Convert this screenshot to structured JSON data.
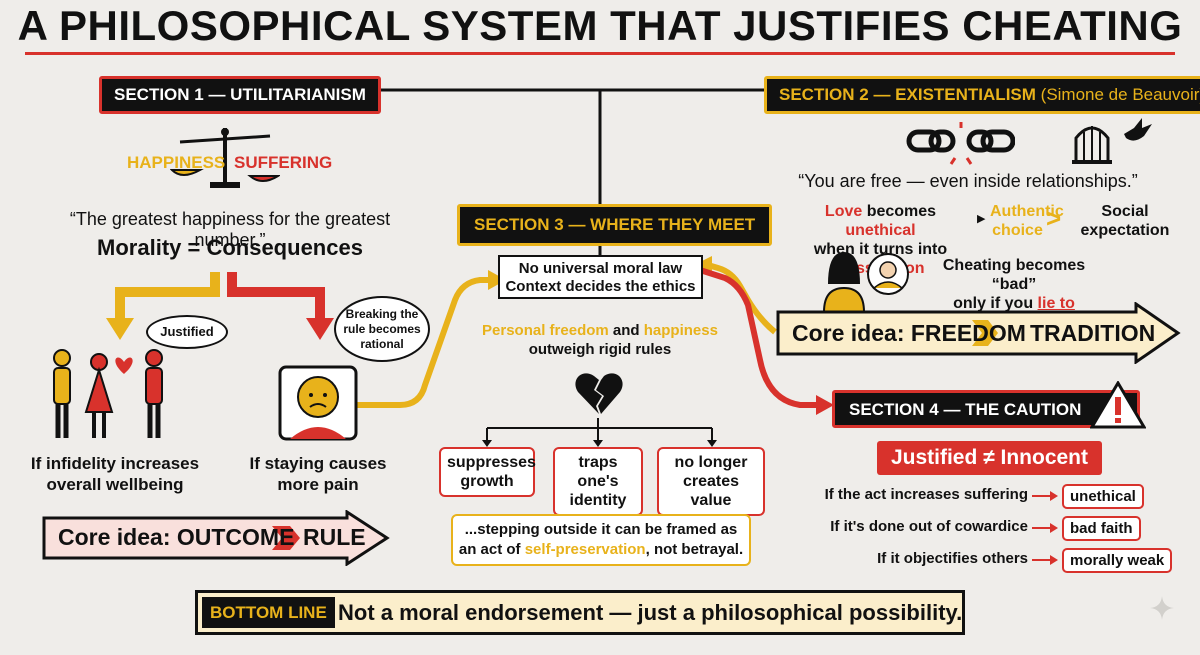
{
  "title": "A PHILOSOPHICAL SYSTEM THAT JUSTIFIES CHEATING",
  "section1": {
    "label": "SECTION 1 — UTILITARIANISM",
    "scale_left": "HAPPINESS",
    "scale_right": "SUFFERING",
    "quote": "“The greatest happiness for the greatest number.”",
    "formula": "Morality = Consequences",
    "cloud_left": "Justified",
    "cloud_right": "Breaking the rule becomes rational",
    "caption_left": "If infidelity increases overall wellbeing",
    "caption_right": "If staying causes more pain",
    "core_prefix": "Core idea: OUTCOME",
    "core_suffix": "RULE"
  },
  "section2": {
    "label": "SECTION 2 — EXISTENTIALISM",
    "label_light": "(Simone de Beauvoir)",
    "quote": "“You are free — even inside relationships.”",
    "love_1": "Love",
    "love_2": " becomes ",
    "love_3": "unethical",
    "love_4": "when it turns into ",
    "love_5": "possession",
    "authentic": "Authentic choice",
    "social": "Social expectation",
    "cheating_1": "Cheating becomes “bad”",
    "cheating_2": "only if you ",
    "cheating_3": "lie to yourself",
    "core_prefix": "Core idea: FREEDOM",
    "core_suffix": "TRADITION"
  },
  "section3": {
    "label": "SECTION 3 — WHERE THEY MEET",
    "box_line1": "No universal moral law",
    "box_line2": "Context decides the ethics",
    "text_1": "Personal freedom",
    "text_2": " and ",
    "text_3": "happiness",
    "text_4": "outweigh rigid rules",
    "branches": [
      "suppresses growth",
      "traps one's identity",
      "no longer creates value"
    ],
    "conclusion_1": "...stepping outside it can be framed as",
    "conclusion_2": "an act of ",
    "conclusion_3": "self-preservation",
    "conclusion_4": ", not betrayal."
  },
  "section4": {
    "label": "SECTION 4 — THE CAUTION",
    "headline": "Justified ≠ Innocent",
    "rows": [
      {
        "condition": "If the act increases suffering",
        "verdict": "unethical"
      },
      {
        "condition": "If it's done out of cowardice",
        "verdict": "bad faith"
      },
      {
        "condition": "If it objectifies others",
        "verdict": "morally weak"
      }
    ]
  },
  "bottom": {
    "tag": "BOTTOM LINE",
    "text": "Not a moral endorsement — just a philosophical possibility."
  },
  "colors": {
    "red": "#d8322c",
    "gold": "#e8b21b",
    "ink": "#111111",
    "background": "#efedea"
  }
}
